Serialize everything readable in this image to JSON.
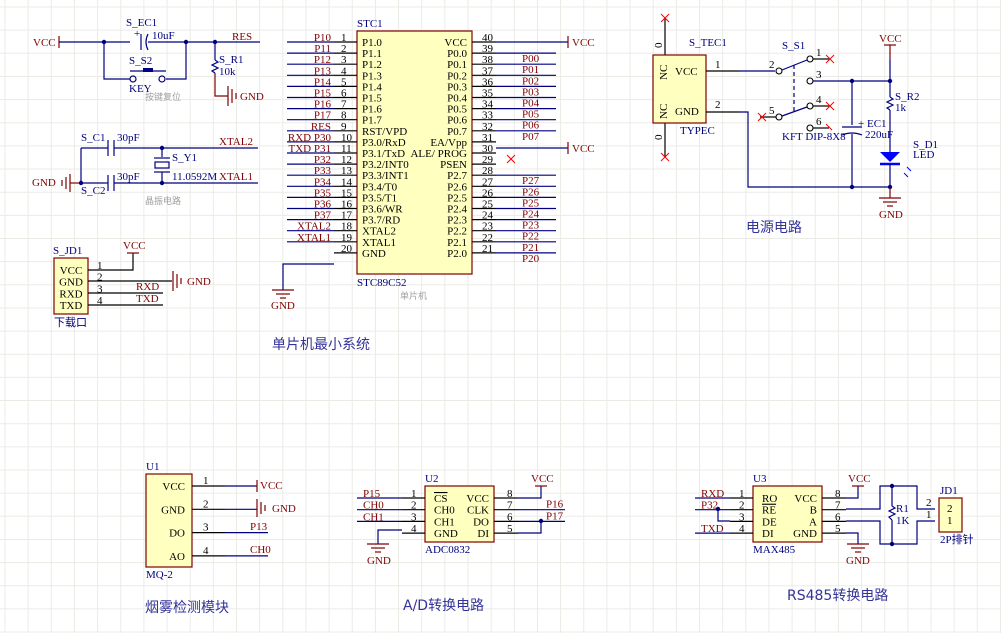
{
  "colors": {
    "wire": "#000080",
    "net_label": "#800000",
    "designator": "#000080",
    "component_fill": "#ffffc0",
    "component_border": "#800000",
    "grid": "#ebebe6",
    "title": "#333399",
    "no_connect": "#ff0000"
  },
  "sections": {
    "reset": {
      "comment": "按键复位",
      "vcc": "VCC",
      "gnd": "GND",
      "res": "RES",
      "cap": {
        "designator": "S_EC1",
        "value": "10uF"
      },
      "switch": {
        "designator": "S_S2",
        "value": "KEY"
      },
      "resistor": {
        "designator": "S_R1",
        "value": "10k"
      }
    },
    "crystal": {
      "comment": "晶振电路",
      "gnd": "GND",
      "xtal2": "XTAL2",
      "xtal1": "XTAL1",
      "c1": {
        "designator": "S_C1",
        "value": "30pF"
      },
      "c2": {
        "designator": "S_C2",
        "value": "30pF"
      },
      "y1": {
        "designator": "S_Y1",
        "value": "11.0592M"
      }
    },
    "download": {
      "designator": "S_JD1",
      "comment": "下载口",
      "pins": [
        {
          "num": "1",
          "name": "VCC",
          "net": "VCC"
        },
        {
          "num": "2",
          "name": "GND",
          "net": "GND"
        },
        {
          "num": "3",
          "name": "RXD",
          "net": "RXD"
        },
        {
          "num": "4",
          "name": "TXD",
          "net": "TXD"
        }
      ]
    },
    "mcu": {
      "designator": "STC1",
      "part": "STC89C52",
      "comment": "单片机",
      "title": "单片机最小系统",
      "left_pins": [
        {
          "num": "1",
          "name": "P1.0",
          "net": "P10"
        },
        {
          "num": "2",
          "name": "P1.1",
          "net": "P11"
        },
        {
          "num": "3",
          "name": "P1.2",
          "net": "P12"
        },
        {
          "num": "4",
          "name": "P1.3",
          "net": "P13"
        },
        {
          "num": "5",
          "name": "P1.4",
          "net": "P14"
        },
        {
          "num": "6",
          "name": "P1.5",
          "net": "P15"
        },
        {
          "num": "7",
          "name": "P1.6",
          "net": "P16"
        },
        {
          "num": "8",
          "name": "P1.7",
          "net": "P17"
        },
        {
          "num": "9",
          "name": "RST/VPD",
          "net": "RES"
        },
        {
          "num": "10",
          "name": "P3.0/RxD",
          "net": "RXD P30"
        },
        {
          "num": "11",
          "name": "P3.1/TxD",
          "net": "TXD P31"
        },
        {
          "num": "12",
          "name": "P3.2/INT0",
          "net": "P32"
        },
        {
          "num": "13",
          "name": "P3.3/INT1",
          "net": "P33"
        },
        {
          "num": "14",
          "name": "P3.4/T0",
          "net": "P34"
        },
        {
          "num": "15",
          "name": "P3.5/T1",
          "net": "P35"
        },
        {
          "num": "16",
          "name": "P3.6/WR",
          "net": "P36"
        },
        {
          "num": "17",
          "name": "P3.7/RD",
          "net": "P37"
        },
        {
          "num": "18",
          "name": "XTAL2",
          "net": "XTAL2"
        },
        {
          "num": "19",
          "name": "XTAL1",
          "net": "XTAL1"
        },
        {
          "num": "20",
          "name": "GND",
          "net": "GND"
        }
      ],
      "right_pins": [
        {
          "num": "40",
          "name": "VCC",
          "net": "VCC"
        },
        {
          "num": "39",
          "name": "P0.0",
          "net": "P00"
        },
        {
          "num": "38",
          "name": "P0.1",
          "net": "P01"
        },
        {
          "num": "37",
          "name": "P0.2",
          "net": "P02"
        },
        {
          "num": "36",
          "name": "P0.3",
          "net": "P03"
        },
        {
          "num": "35",
          "name": "P0.4",
          "net": "P04"
        },
        {
          "num": "34",
          "name": "P0.5",
          "net": "P05"
        },
        {
          "num": "33",
          "name": "P0.6",
          "net": "P06"
        },
        {
          "num": "32",
          "name": "P0.7",
          "net": "P07"
        },
        {
          "num": "31",
          "name": "EA/Vpp",
          "net": "VCC"
        },
        {
          "num": "30",
          "name": "ALE/ PROG",
          "net": ""
        },
        {
          "num": "29",
          "name": "PSEN",
          "net": ""
        },
        {
          "num": "28",
          "name": "P2.7",
          "net": "P27"
        },
        {
          "num": "27",
          "name": "P2.6",
          "net": "P26"
        },
        {
          "num": "26",
          "name": "P2.5",
          "net": "P25"
        },
        {
          "num": "25",
          "name": "P2.4",
          "net": "P24"
        },
        {
          "num": "24",
          "name": "P2.3",
          "net": "P23"
        },
        {
          "num": "23",
          "name": "P2.2",
          "net": "P22"
        },
        {
          "num": "22",
          "name": "P2.1",
          "net": "P21"
        },
        {
          "num": "21",
          "name": "P2.0",
          "net": "P20"
        }
      ]
    },
    "power": {
      "title": "电源电路",
      "vcc": "VCC",
      "gnd": "GND",
      "typec": {
        "designator": "S_TEC1",
        "part": "TYPEC",
        "pins": [
          {
            "num": "1",
            "name": "VCC"
          },
          {
            "num": "2",
            "name": "GND"
          }
        ],
        "nc_labels": [
          "NC",
          "NC"
        ],
        "zero_labels": [
          "0",
          "0"
        ]
      },
      "switch": {
        "designator": "S_S1",
        "part": "KFT DIP-8X8",
        "pins": [
          "1",
          "2",
          "3",
          "4",
          "5",
          "6"
        ]
      },
      "cap": {
        "designator": "EC1",
        "value": "220uF"
      },
      "resistor": {
        "designator": "S_R2",
        "value": "1k"
      },
      "led": {
        "designator": "S_D1",
        "value": "LED"
      }
    },
    "smoke": {
      "title": "烟雾检测模块",
      "designator": "U1",
      "part": "MQ-2",
      "pins": [
        {
          "num": "1",
          "name": "VCC",
          "net": "VCC"
        },
        {
          "num": "2",
          "name": "GND",
          "net": "GND"
        },
        {
          "num": "3",
          "name": "DO",
          "net": "P13"
        },
        {
          "num": "4",
          "name": "AO",
          "net": "CH0"
        }
      ]
    },
    "adc": {
      "title": "A/D转换电路",
      "designator": "U2",
      "part": "ADC0832",
      "left_pins": [
        {
          "num": "1",
          "name": "CS",
          "net": "P15"
        },
        {
          "num": "2",
          "name": "CH0",
          "net": "CH0"
        },
        {
          "num": "3",
          "name": "CH1",
          "net": "CH1"
        },
        {
          "num": "4",
          "name": "GND",
          "net": "GND"
        }
      ],
      "right_pins": [
        {
          "num": "8",
          "name": "VCC",
          "net": "VCC"
        },
        {
          "num": "7",
          "name": "CLK",
          "net": "P16"
        },
        {
          "num": "6",
          "name": "DO",
          "net": "P17"
        },
        {
          "num": "5",
          "name": "DI",
          "net": ""
        }
      ]
    },
    "rs485": {
      "title": "RS485转换电路",
      "designator": "U3",
      "part": "MAX485",
      "left_pins": [
        {
          "num": "1",
          "name": "RO",
          "net": "RXD"
        },
        {
          "num": "2",
          "name": "RE",
          "net": "P32"
        },
        {
          "num": "3",
          "name": "DE",
          "net": ""
        },
        {
          "num": "4",
          "name": "DI",
          "net": "TXD"
        }
      ],
      "right_pins": [
        {
          "num": "8",
          "name": "VCC",
          "net": "VCC"
        },
        {
          "num": "7",
          "name": "B",
          "net": ""
        },
        {
          "num": "6",
          "name": "A",
          "net": ""
        },
        {
          "num": "5",
          "name": "GND",
          "net": "GND"
        }
      ],
      "resistor": {
        "designator": "R1",
        "value": "1K"
      },
      "header": {
        "designator": "JD1",
        "value": "2P排针",
        "pins": [
          "2",
          "1"
        ]
      }
    }
  }
}
